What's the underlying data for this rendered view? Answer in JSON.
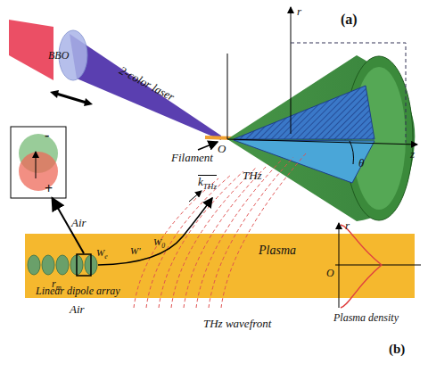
{
  "diagram": {
    "nodes": [
      {
        "text": [
          "-",
          "+",
          "rm"
        ]
      },
      {
        "text": [
          "Linear dipole array",
          "Plasma"
        ]
      }
    ],
    "edges": [
      {
        "from": 1,
        "to": 0,
        "arrow": "to"
      }
    ],
    "labels": [
      "(a)",
      "BBO",
      "2-color laser",
      "Filament",
      "O",
      "THz",
      "θ",
      "r",
      "z",
      "(b)",
      "kTHz",
      "Air",
      "Air",
      "We",
      "W'",
      "W0",
      "THz wavefront",
      "r",
      "O",
      "Plasma density"
    ]
  }
}
